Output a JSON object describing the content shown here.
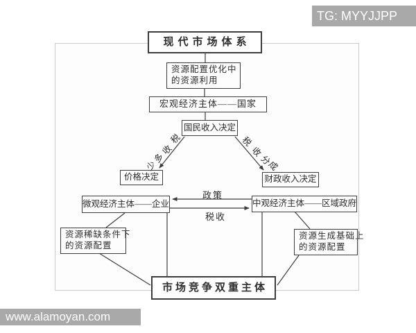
{
  "watermarks": {
    "top_right": "TG: MYYJJPP",
    "bottom_left": "www.alamoyan.com"
  },
  "diagram": {
    "nodes": {
      "modern_market_system": "现代市场体系",
      "resource_utilization": {
        "line1": "资源配置优化中",
        "line2": "的资源利用"
      },
      "macro_subject": "宏观经济主体——国家",
      "national_income": "国民收入决定",
      "price_decision": "价格决定",
      "fiscal_revenue": "财政收入决定",
      "micro_subject": "微观经济主体——企业",
      "meso_subject": "中观经济主体——区域政府",
      "scarcity_allocation": {
        "line1": "资源稀缺条件下",
        "line2": "的资源配置"
      },
      "generation_allocation": {
        "line1": "资源生成基础上",
        "line2": "的资源配置"
      },
      "dual_competition": "市场竞争双重主体"
    },
    "edge_labels": {
      "tax_amount": [
        "税",
        "收",
        "多",
        "少"
      ],
      "tax_share": [
        "税",
        "收",
        "分",
        "成"
      ],
      "policy": "政策",
      "tax": "税收"
    }
  },
  "colors": {
    "line": "#3c3c3c",
    "frame_border": "#cccccc",
    "watermark_bg": "#a9a9a9",
    "watermark_text": "#ffffff",
    "text": "#2d2d2d"
  }
}
